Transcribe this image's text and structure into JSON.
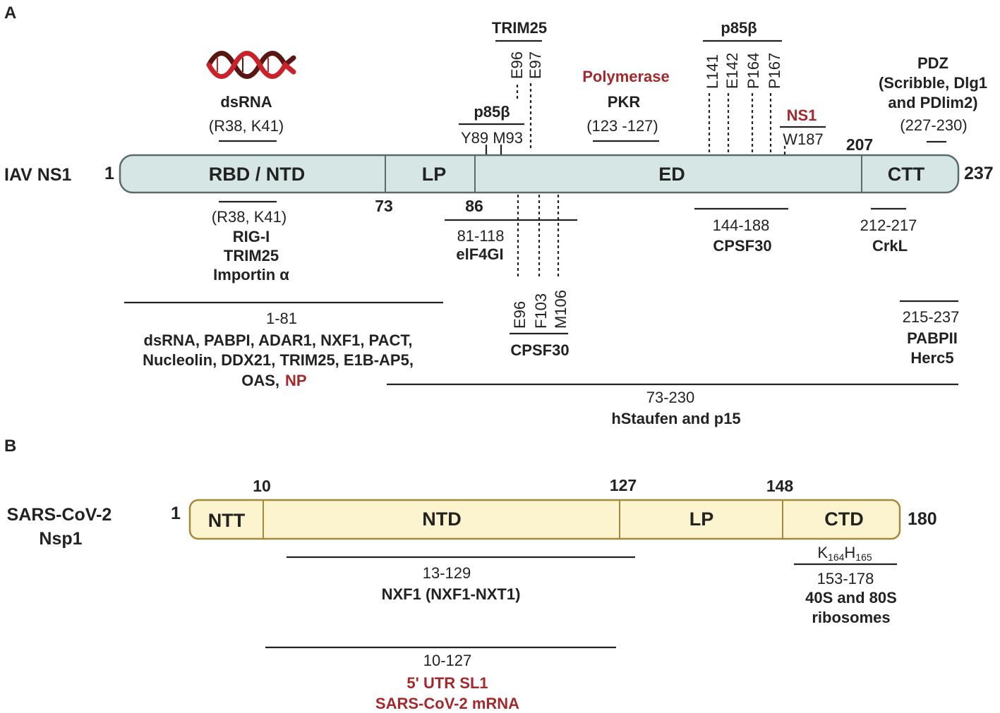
{
  "panel_a": {
    "letter": "A",
    "protein": "IAV NS1",
    "start": "1",
    "end": "237",
    "domains": {
      "rbd": "RBD / NTD",
      "lp": "LP",
      "ed": "ED",
      "ctt": "CTT"
    },
    "boundaries": {
      "b73": "73",
      "b86": "86",
      "b207": "207"
    },
    "top": {
      "dsrna_name": "dsRNA",
      "dsrna_res": "(R38, K41)",
      "trim25_name": "TRIM25",
      "trim25_res1": "E96",
      "trim25_res2": "E97",
      "p85b_left_name": "p85β",
      "p85b_left_res": "Y89 M93",
      "polymerase": "Polymerase",
      "pkr_name": "PKR",
      "pkr_res": "(123 -127)",
      "p85b_right_name": "p85β",
      "p85b_right_res": [
        "L141",
        "E142",
        "P164",
        "P167"
      ],
      "ns1_name": "NS1",
      "ns1_res": "W187",
      "pdz_line1": "PDZ",
      "pdz_line2": "(Scribble, Dlg1",
      "pdz_line3": "and PDlim2)",
      "pdz_res": "(227-230)"
    },
    "bottom": {
      "rig_res": "(R38, K41)",
      "rig_names": [
        "RIG-I",
        "TRIM25",
        "Importin α"
      ],
      "eif_res": "81-118",
      "eif_name": "elF4GI",
      "cpsf_mid_res": [
        "E96",
        "F103",
        "M106"
      ],
      "cpsf_mid_name": "CPSF30",
      "cpsf_right_res": "144-188",
      "cpsf_right_name": "CPSF30",
      "crkl_res": "212-217",
      "crkl_name": "CrkL",
      "range181": "1-81",
      "list181_line1": "dsRNA, PABPI, ADAR1, NXF1, PACT,",
      "list181_line2": "Nucleolin, DDX21, TRIM25, E1B-AP5,",
      "list181_line3a": "OAS,",
      "list181_line3b": "NP",
      "pabp_res": "215-237",
      "pabp_names": [
        "PABPII",
        "Herc5"
      ],
      "staufen_res": "73-230",
      "staufen_name": "hStaufen and p15"
    }
  },
  "panel_b": {
    "letter": "B",
    "protein_line1": "SARS-CoV-2",
    "protein_line2": "Nsp1",
    "start": "1",
    "end": "180",
    "domains": {
      "ntt": "NTT",
      "ntd": "NTD",
      "lp": "LP",
      "ctd": "CTD"
    },
    "boundaries": {
      "b10": "10",
      "b127": "127",
      "b148": "148"
    },
    "kh": {
      "k": "K",
      "k_sub": "164",
      "h": "H",
      "h_sub": "165"
    },
    "nxf_res": "13-129",
    "nxf_name": "NXF1 (NXF1-NXT1)",
    "ribo_res": "153-178",
    "ribo_name1": "40S and 80S",
    "ribo_name2": "ribosomes",
    "utr_res": "10-127",
    "utr_name1": "5' UTR SL1",
    "utr_name2": "SARS-CoV-2 mRNA"
  },
  "colors": {
    "ns1_fill": "#d6e6e4",
    "ns1_stroke": "#5a6b6a",
    "nsp1_fill": "#fbf4cf",
    "nsp1_stroke": "#a3893a",
    "accent_red": "#a3292c"
  },
  "icons": {
    "dsrna": "dsrna-helix-icon"
  }
}
